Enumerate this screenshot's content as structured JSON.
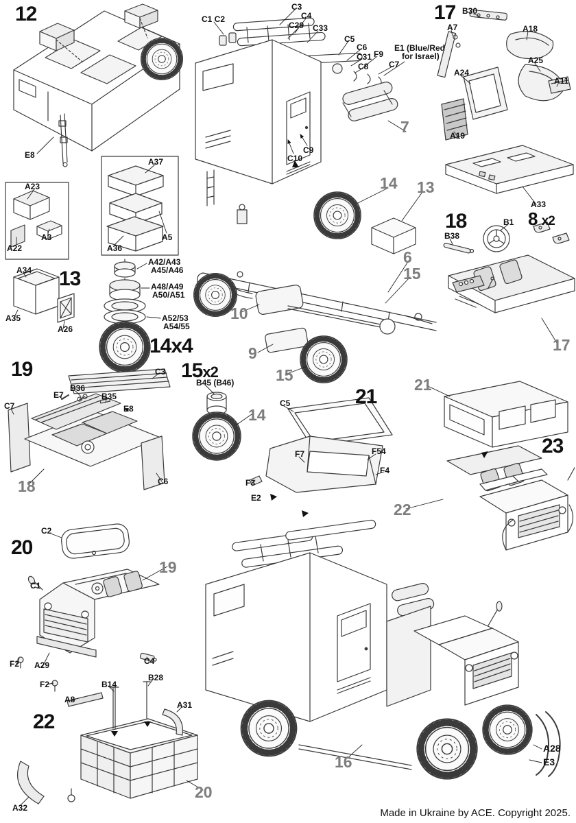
{
  "page": {
    "footer": "Made in Ukraine by ACE. Copyright 2025.",
    "bg_color": "#ffffff",
    "line_color": "#3a3a3a",
    "ref_color": "#7d7d7d"
  },
  "steps": {
    "s12": {
      "num": "12"
    },
    "s13": {
      "num": "13"
    },
    "s14": {
      "num": "14x4"
    },
    "s15": {
      "num": "15",
      "mult": "x2"
    },
    "s17": {
      "num": "17"
    },
    "s18": {
      "num": "18"
    },
    "s8": {
      "num": "8",
      "mult": "x2"
    },
    "s19": {
      "num": "19"
    },
    "s20": {
      "num": "20"
    },
    "s21": {
      "num": "21"
    },
    "s22": {
      "num": "22"
    },
    "s23": {
      "num": "23"
    }
  },
  "refs": {
    "r7": "7",
    "r14a": "14",
    "r13": "13",
    "r6": "6",
    "r15a": "15",
    "r10": "10",
    "r9": "9",
    "r15b": "15",
    "r17": "17",
    "r21": "21",
    "r22": "22",
    "r18": "18",
    "r14b": "14",
    "r19": "19",
    "r20": "20",
    "r16": "16"
  },
  "parts": {
    "step12": {
      "e8": "E8",
      "a23": "A23",
      "a3": "A3",
      "a22": "A22",
      "a37": "A37",
      "a5": "A5",
      "a36": "A36"
    },
    "rack": {
      "c1c2": "C1 C2",
      "c3": "C3",
      "c4": "C4",
      "c29": "C29",
      "c33": "C33",
      "c5": "C5",
      "c6": "C6",
      "c31": "C31",
      "f9": "F9",
      "e1_line1": "E1 (Blue/Red",
      "e1_line2": "for Israel)",
      "c7": "C7",
      "c8": "C8",
      "c9": "C9",
      "c10": "C10"
    },
    "step17": {
      "b30": "B30",
      "a7": "A7",
      "a18": "A18",
      "a25": "A25",
      "a11": "A11",
      "a24": "A24",
      "a19": "A19",
      "a33": "A33"
    },
    "step18": {
      "b1": "B1",
      "b38": "B38"
    },
    "step13": {
      "a34": "A34",
      "a35": "A35",
      "a26": "A26"
    },
    "step14": {
      "p1": "A42/A43",
      "p2": "A45/A46",
      "p3": "A48/A49",
      "p4": "A50/A51",
      "p5": "A52/53",
      "p6": "A54/55"
    },
    "step15": {
      "b45": "B45 (B46)"
    },
    "step19": {
      "c3": "C3",
      "e7": "E7",
      "b36": "B36",
      "b35": "B35",
      "e8": "E8",
      "c7": "C7",
      "c6": "C6"
    },
    "step21": {
      "c5": "C5",
      "f7": "F7",
      "f54": "F54",
      "f4": "F4",
      "f3": "F3",
      "e2": "E2"
    },
    "step20": {
      "c2": "C2",
      "c1": "C1",
      "f2a": "F2",
      "a29": "A29",
      "c4": "C4",
      "f2b": "F2"
    },
    "step22": {
      "b14": "B14",
      "b28": "B28",
      "a8": "A8",
      "a31": "A31",
      "a32": "A32"
    },
    "step16": {
      "a28": "A28",
      "e3": "E3"
    }
  }
}
